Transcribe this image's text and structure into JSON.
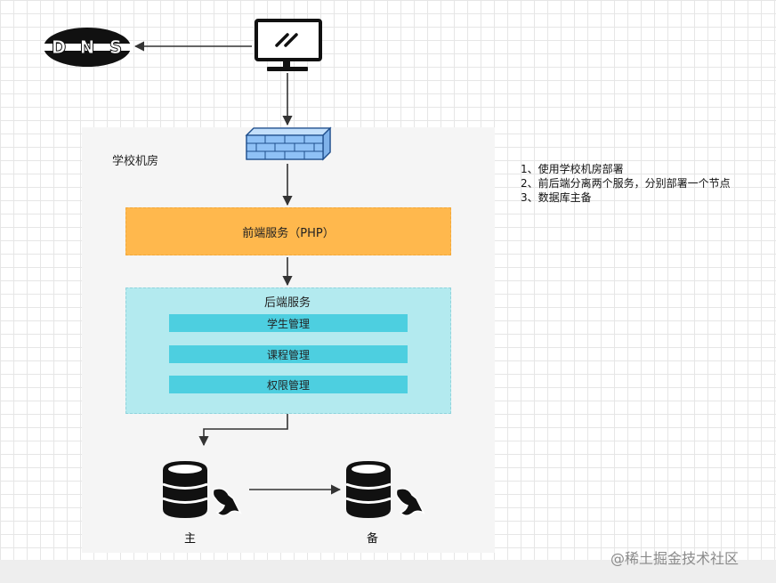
{
  "dns_logo": {
    "letters": [
      "D",
      "N",
      "S"
    ]
  },
  "region": {
    "label": "学校机房"
  },
  "notes": [
    "1、使用学校机房部署",
    "2、前后端分离两个服务，分别部署一个节点",
    "3、数据库主备"
  ],
  "frontend": {
    "label": "前端服务（PHP）"
  },
  "backend": {
    "title": "后端服务",
    "modules": [
      "学生管理",
      "课程管理",
      "权限管理"
    ]
  },
  "databases": {
    "primary": "主",
    "standby": "备"
  },
  "watermark": "@稀土掘金技术社区",
  "colors": {
    "frontend": "#ffb84d",
    "backend": "#b3eaef",
    "module": "#4dcfe0",
    "firewall": "#7fb7f5",
    "region": "#f5f5f5"
  }
}
